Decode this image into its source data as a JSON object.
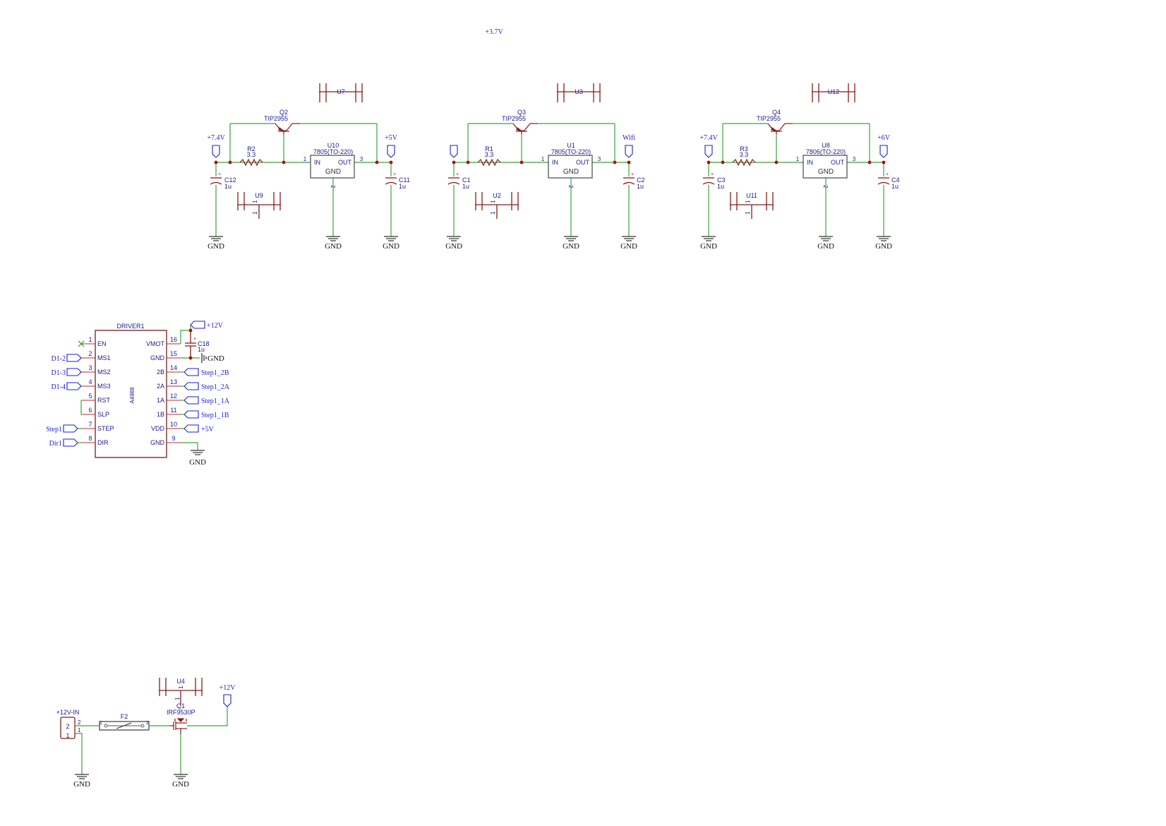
{
  "colors": {
    "wire": "#3aa53a",
    "part": "#8b1a1a",
    "label": "#1d1dd6",
    "junction": "#c40000",
    "pin": "#b03030",
    "ic_body": "#7a1a1a"
  },
  "top_label": "+3.7V",
  "regulators": [
    {
      "transistor_ref": "Q2",
      "transistor_val": "TIP2955",
      "res_ref": "R2",
      "res_val": "3.3",
      "reg_ref": "U10",
      "reg_val": "7805(TO-220)",
      "pin_in": "IN",
      "pin_out": "OUT",
      "pin_gnd": "GND",
      "pin1": "1",
      "pin2": "2",
      "pin3": "3",
      "in_label": "+7.4V",
      "out_label": "+5V",
      "cin_ref": "C12",
      "cin_val": "1u",
      "cout_ref": "C11",
      "cout_val": "1u",
      "hs_top": "U7",
      "hs_bot": "U9",
      "hs_bot_pin": "1",
      "gnd1": "GND",
      "gnd2": "GND",
      "gnd3": "GND"
    },
    {
      "transistor_ref": "Q3",
      "transistor_val": "TIP2955",
      "res_ref": "R1",
      "res_val": "3.3",
      "reg_ref": "U1",
      "reg_val": "7805(TO-220)",
      "pin_in": "IN",
      "pin_out": "OUT",
      "pin_gnd": "GND",
      "pin1": "1",
      "pin2": "2",
      "pin3": "3",
      "in_label": "",
      "out_label": "Wifi",
      "cin_ref": "C1",
      "cin_val": "1u",
      "cout_ref": "C2",
      "cout_val": "1u",
      "hs_top": "U3",
      "hs_bot": "U2",
      "hs_bot_pin": "1",
      "gnd1": "GND",
      "gnd2": "GND",
      "gnd3": "GND"
    },
    {
      "transistor_ref": "Q4",
      "transistor_val": "TIP2955",
      "res_ref": "R3",
      "res_val": "3.3",
      "reg_ref": "U8",
      "reg_val": "7806(TO-220)",
      "pin_in": "IN",
      "pin_out": "OUT",
      "pin_gnd": "GND",
      "pin1": "1",
      "pin2": "2",
      "pin3": "3",
      "in_label": "+7.4V",
      "out_label": "+6V",
      "cin_ref": "C3",
      "cin_val": "1u",
      "cout_ref": "C4",
      "cout_val": "1u",
      "hs_top": "U12",
      "hs_bot": "U11",
      "hs_bot_pin": "1",
      "gnd1": "GND",
      "gnd2": "GND",
      "gnd3": "GND"
    }
  ],
  "driver": {
    "ref": "DRIVER1",
    "part": "A4988",
    "left_pins": [
      {
        "num": "1",
        "name": "EN",
        "net": ""
      },
      {
        "num": "2",
        "name": "MS1",
        "net": "D1-2"
      },
      {
        "num": "3",
        "name": "MS2",
        "net": "D1-3"
      },
      {
        "num": "4",
        "name": "MS3",
        "net": "D1-4"
      },
      {
        "num": "5",
        "name": "RST",
        "net": ""
      },
      {
        "num": "6",
        "name": "SLP",
        "net": ""
      },
      {
        "num": "7",
        "name": "STEP",
        "net": "Step1"
      },
      {
        "num": "8",
        "name": "DIR",
        "net": "Dir1"
      }
    ],
    "right_pins": [
      {
        "num": "16",
        "name": "VMOT",
        "net": "+12V"
      },
      {
        "num": "15",
        "name": "GND",
        "net": "GND"
      },
      {
        "num": "14",
        "name": "2B",
        "net": "Step1_2B"
      },
      {
        "num": "13",
        "name": "2A",
        "net": "Step1_2A"
      },
      {
        "num": "12",
        "name": "1A",
        "net": "Step1_1A"
      },
      {
        "num": "11",
        "name": "1B",
        "net": "Step1_1B"
      },
      {
        "num": "10",
        "name": "VDD",
        "net": "+5V"
      },
      {
        "num": "9",
        "name": "GND",
        "net": ""
      }
    ],
    "cap_ref": "C18",
    "cap_val": "1u",
    "gnd_label": "GND"
  },
  "power_input": {
    "conn_ref": "+12V-IN",
    "conn_pin_top": "2",
    "conn_pin_bot": "1",
    "conn_num2": "2",
    "conn_num1": "1",
    "fuse_ref": "F2",
    "fuse_pin1": "1",
    "fuse_pin2": "2",
    "hs_ref": "U4",
    "hs_pin": "1",
    "fet_ref": "Q1",
    "fet_val": "IRF9530P",
    "out_label": "+12V",
    "gnd1": "GND",
    "gnd2": "GND"
  }
}
